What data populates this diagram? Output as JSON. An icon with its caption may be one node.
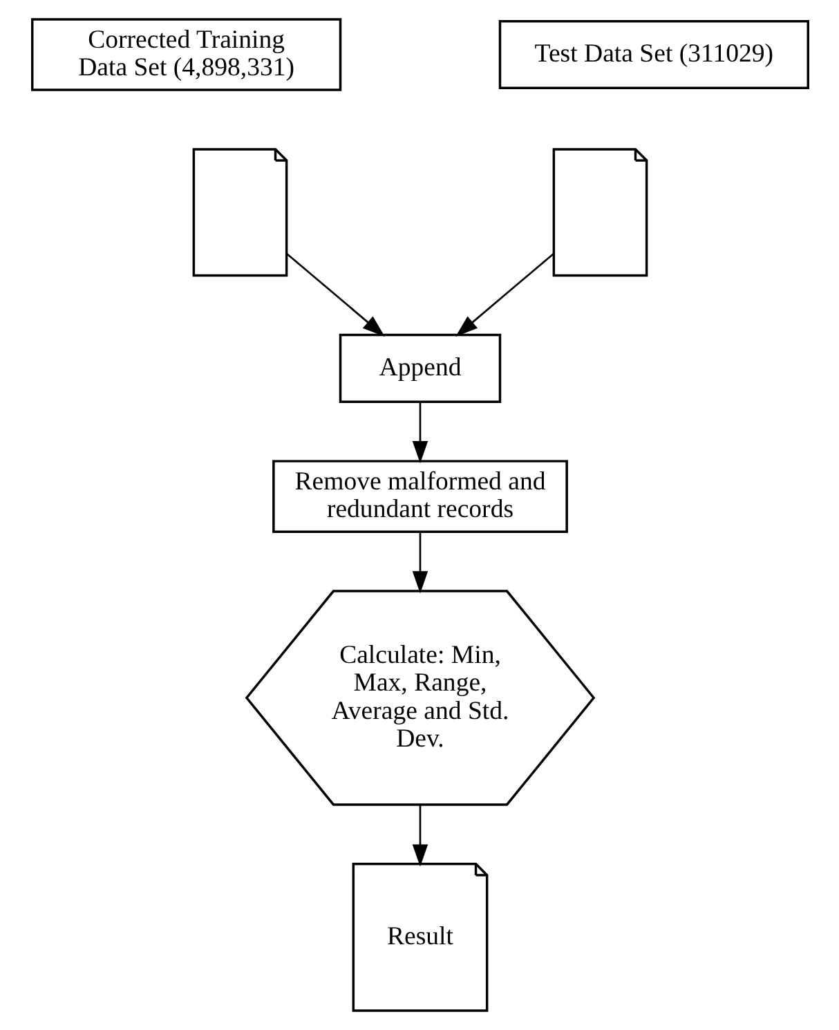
{
  "diagram": {
    "nodes": [
      {
        "text": [
          "Corrected Training Data Set (4,898,331)"
        ]
      },
      {
        "text": [],
        "shape": "document"
      },
      {
        "text": [
          "Test Data Set (311029)"
        ]
      },
      {
        "text": [],
        "shape": "document"
      },
      {
        "text": [
          "Append"
        ]
      },
      {
        "text": [
          "Remove malformed and redundant records"
        ]
      },
      {
        "text": [
          "Calculate: Min, Max, Range, Average and Std. Dev."
        ]
      },
      {
        "text": [
          "Result"
        ]
      }
    ],
    "edges": [
      {
        "from": 1,
        "to": 4,
        "arrow": "to"
      },
      {
        "from": 3,
        "to": 4,
        "arrow": "to"
      },
      {
        "from": 4,
        "to": 5,
        "arrow": "to"
      },
      {
        "from": 5,
        "to": 6,
        "arrow": "to"
      },
      {
        "from": 6,
        "to": 7,
        "arrow": "to"
      }
    ]
  }
}
